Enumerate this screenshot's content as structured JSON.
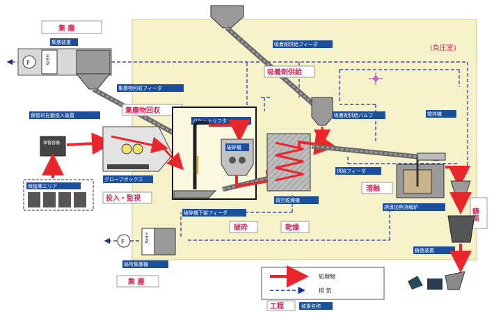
{
  "room_label": "(負圧室)",
  "process_labels": {
    "collect_top": "集 塵",
    "collect_bottom": "集 塵",
    "dust_recovery": "集塵物回収",
    "adsorbent_supply": "吸着剤供給",
    "load_monitor": "投入・監視",
    "crush": "破砕",
    "dry": "乾燥",
    "melt": "溶融",
    "cast": "鋳造",
    "process": "工程"
  },
  "device_labels": {
    "dust_collector": "集塵装置",
    "dust_feeder": "集塵物回収フィーダ",
    "auto_loader": "保管材自動投入装置",
    "storage_box": "保管容器",
    "storage_area": "保管庫エリア",
    "glovebox": "グローブボックス",
    "bucket_lift": "バケットリフタ",
    "crusher": "破砕機",
    "below_crusher_feeder": "破砕機下部フィーダ",
    "vacuum_dryer": "真空乾燥機",
    "adsorbent_feeder": "吸着剤供給フィーダ",
    "adsorbent_valve": "吸着剤供給バルブ",
    "main_feeder": "供給フィーダ",
    "agitator": "撹拌機",
    "furnace": "誘導加熱溶解炉",
    "caster": "鋳造装置",
    "local_collector": "局所集塵機",
    "device_name": "装置名称"
  },
  "filter_label": "HEPA",
  "fan_symbol": "F",
  "legend": {
    "material": "処理物",
    "exhaust": "排 気"
  },
  "colors": {
    "room": "#f5f1c8",
    "red": "#e8262c",
    "blue": "#1c2e9e",
    "pink_text": "#d6285a"
  }
}
